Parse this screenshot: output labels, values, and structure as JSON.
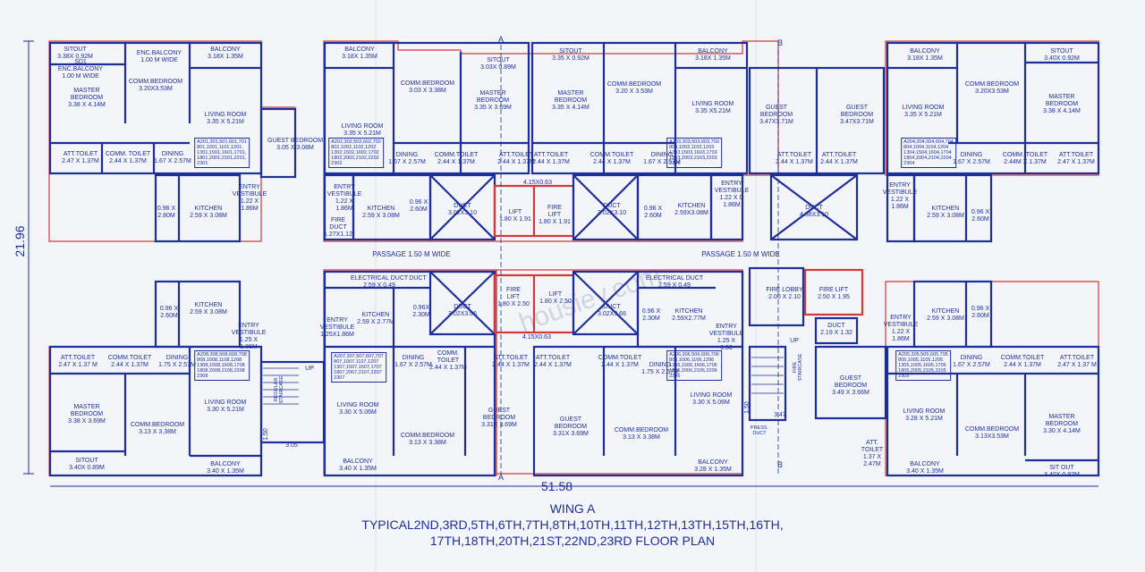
{
  "plan": {
    "overall_width": "51.58",
    "overall_height": "21.96",
    "wing": "WING A",
    "title_line1": "TYPICAL2ND,3RD,5TH,6TH,7TH,8TH,10TH,11TH,12TH,13TH,15TH,16TH,",
    "title_line2": "17TH,18TH,20TH,21ST,22ND,23RD FLOOR PLAN",
    "section_a": "A",
    "section_b": "B",
    "passage_left": "PASSAGE 1.50 M WIDE",
    "passage_right": "PASSAGE 1.50 M WIDE",
    "watermark": "housiey.com"
  },
  "rooms": [
    "SITOUT\n3.38X 0.92M",
    "ENC.BALCONY\n1.00 M WIDE",
    "SD1\nENC.BALCONY\n1.00 M WIDE",
    "BALCONY\n3.18X 1.35M",
    "MASTER\nBEDROOM\n3.38 X 4.14M",
    "COMM.BEDROOM\n3.20X3.53M",
    "LIVING ROOM\n3.35 X 5.21M",
    "ATT.TOILET\n2.47 X 1.37M",
    "COMM. TOILET\n2.44 X 1.37M",
    "DINING\n1.67 X 2.57M",
    "GUEST BEDROOM\n3.05 X 3.08M",
    "0.96 X\n2.80M",
    "KITCHEN\n2.59 X 3.08M",
    "ENTRY\nVESTIBULE\n1.22 X\n1.86M",
    "BALCONY\n3.18X 1.35M",
    "LIVING ROOM\n3.35 X 5.21M",
    "COMM.BEDROOM\n3.03 X 3.38M",
    "SITOUT\n3.03X 0.89M",
    "MASTER\nBEDROOM\n3.35 X 3.69M",
    "DINING\n1.67 X 2.57M",
    "COMM.TOILET\n2.44 X 1.37M",
    "ATT.TOILET\n2.44 X 1.37M",
    "ENTRY\nVESTIBULE\n1.22 X\n1.86M",
    "KITCHEN\n2.59 X 3.08M",
    "0.96 X\n2.60M",
    "DUCT\n3.02X3.10",
    "LIFT\n1.80 X 1.91",
    "FIRE\nLIFT\n1.80 X 1.91",
    "4.15X0.63",
    "DUCT\n3.02X3.10",
    "SITOUT\n3.35 X 0.92M",
    "MASTER\nBEDROOM\n3.35 X 4.14M",
    "COMM.BEDROOM\n3.20 X 3.53M",
    "BALCONY\n3.18X 1.35M",
    "LIVING ROOM\n3.35 X5.21M",
    "ATT.TOILET\n2.44 X 1.37M",
    "COMM.TOILET\n2.44 X 1.37M",
    "DINING\n1.67 X 2.57M",
    "0.96 X\n2.60M",
    "KITCHEN\n2.59X3.08M",
    "ENTRY\nVESTIBULE\n1.22 X D\n1.86M",
    "GUEST\nBEDROOM\n3.47X3.71M",
    "GUEST\nBEDROOM\n3.47X3.71M",
    "ATT.TOILET\n2.44 X 1.37M",
    "ATT.TOILET\n2.44 X 1.37M",
    "DUCT\n4.38X3.10",
    "BALCONY\n3.18X 1.35M",
    "LIVING ROOM\n3.35 X 5.21M",
    "COMM.BEDROOM\n3.20X3.53M",
    "SITOUT\n3.40X 0.92M",
    "MASTER\nBEDROOM\n3.38 X 4.14M",
    "DINING\n1.67 X 2.57M",
    "COMM. TOILET\n2.44M X 1.37M",
    "ATT.TOILET\n2.47 X 1.37M",
    "ENTRY\nVESTIBULE\n1.22 X\n1.86M",
    "KITCHEN\n2.59 X 3.08M",
    "0.96 X\n2.60M",
    "KITCHEN\n2.59 X 3.08M",
    "0.96 X\n2.60M",
    "ENTRY\nVESTIBULE\n1.25 X\n1.86M",
    "ATT.TOILET\n2.47 X 1.37 M",
    "COMM.TOILET\n2.44 X 1.37M",
    "DINING\n1.75 X 2.57M",
    "MASTER\nBEDROOM\n3.38 X 3.69M",
    "COMM.BEDROOM\n3.13 X 3.38M",
    "LIVING ROOM\n3.30 X 5.21M",
    "SITOUT\n3.40X 0.89M",
    "BALCONY\n3.40 X 1.35M",
    "ELECTRICAL DUCT\n2.59 X 0.49",
    "DUCT",
    "KITCHEN\n2.59 X 2.77M",
    "0.96X\n2.30M",
    "ENTRY\nVESTIBULE\n1.25X1.86M",
    "DINING\n1.67 X 2.57M",
    "COMM.\nTOILET\n2.44 X 1.37M",
    "ATT.TOILET\n2.44 X 1.37M",
    "LIVING ROOM\n3.30 X 5.06M",
    "COMM.BEDROOM\n3.13 X 3.38M",
    "GUEST\nBEDROOM\n3.31X 3.69M",
    "BALCONY\n3.40 X 1.35M",
    "DUCT\n3.02X3.66",
    "FIRE\nLIFT\n1.80 X 2.50",
    "LIFT\n1.80 X 2.50",
    "4.15X0.63",
    "DUCT\n3.02X3.66",
    "ATT.TOILET\n2.44 X 1.37M",
    "COMM.TOILET\n2.44 X 1.37M",
    "DINING\n1.75 X 2.57M",
    "GUEST\nBEDROOM\n3.31X 3.69M",
    "COMM.BEDROOM\n3.13 X 3.38M",
    "LIVING ROOM\n3.30 X 5.06M",
    "BALCONY\n3.28 X 1.35M",
    "ELECTRICAL DUCT\n2.59 X 0.49",
    "0.96 X\n2.30M",
    "KITCHEN\n2.59X2.77M",
    "ENTRY\nVESTIBULE\n1.25 X\n1.86",
    "FIRE LOBBY\n2.00 X 2.10",
    "FIRE LIFT\n2.50 X 1.95",
    "DUCT\n2.19 X 1.32",
    "GUEST\nBEDROOM\n3.49 X 3.66M",
    "ENTRY\nVESTIBULE\n1.22 X\n1.86M",
    "KITCHEN\n2.59 X 3.08M",
    "0.96 X\n2.60M",
    "DINING\n1.67 X 2.57M",
    "COMM.TOILET\n2.44 X 1.37M",
    "ATT.TOILET\n2.47 X 1.37 M",
    "LIVING ROOM\n3.28 X 5.21M",
    "COMM.BEDROOM\n3.13X3.53M",
    "MASTER\nBEDROOM\n3.30 X 4.14M",
    "ATT.\nTOILET\n1.37 X\n2.47M",
    "BALCONY\n3.40 X 1.35M",
    "SIT OUT\n3.40X 0.92M",
    "FIRE\nDUCT\n1.27X1.12"
  ],
  "unit_tables": [
    "A201,301,501,601,701\n801,1001,1101,1201,\n1301,1501,1601,1701,\n1801,2001,2101,2201,\n2301",
    "A202,302,502,602,702\n802,1002,1102,1202\n1302,1502,1602,1702\n1802,2002,2102,2202\n2302",
    "A203,303,503,603,703\n803,1003,1103,1203\n1303,1503,1603,1703\n1803,2003,2103,2203\n2303",
    "A204,304,504,604,704\n804,1004,1104,1204\n1304,1504,1604,1704\n1804,2004,2104,2204\n2304",
    "A208,308,508,608,708\n808,1008,1108,1208\n1308,1508,1608,1708\n1808,2008,2108,2208\n2308",
    "A207,307,507,607,707\n807,1007,1107,1207\n1307,1507,1607,1707\n1807,2007,2107,2207\n2307",
    "A206,306,506,606,706\n806,1006,1106,1206\n1306,1506,1606,1706\n1806,2006,2106,2206\n2306",
    "A205,305,505,605,705\n805,1005,1105,1205\n1305,1505,1605,1705\n1805,2005,2105,2205\n2305"
  ],
  "misc": {
    "stair_left": "REGULAR\nSTAIRCASE",
    "stair_right": "FIRE\nSTAIRCASE",
    "press_duct": "PRESS.\nDUCT",
    "dim_305": "3.05",
    "dim_347": "3.47",
    "dim_150a": "1.50",
    "dim_150b": "1.50",
    "up1": "UP",
    "up2": "UP"
  },
  "colors": {
    "wall": "#1d2f9a",
    "outline": "#d23a3a",
    "text": "#1d2f9a",
    "paper": "#f3f5f8"
  }
}
